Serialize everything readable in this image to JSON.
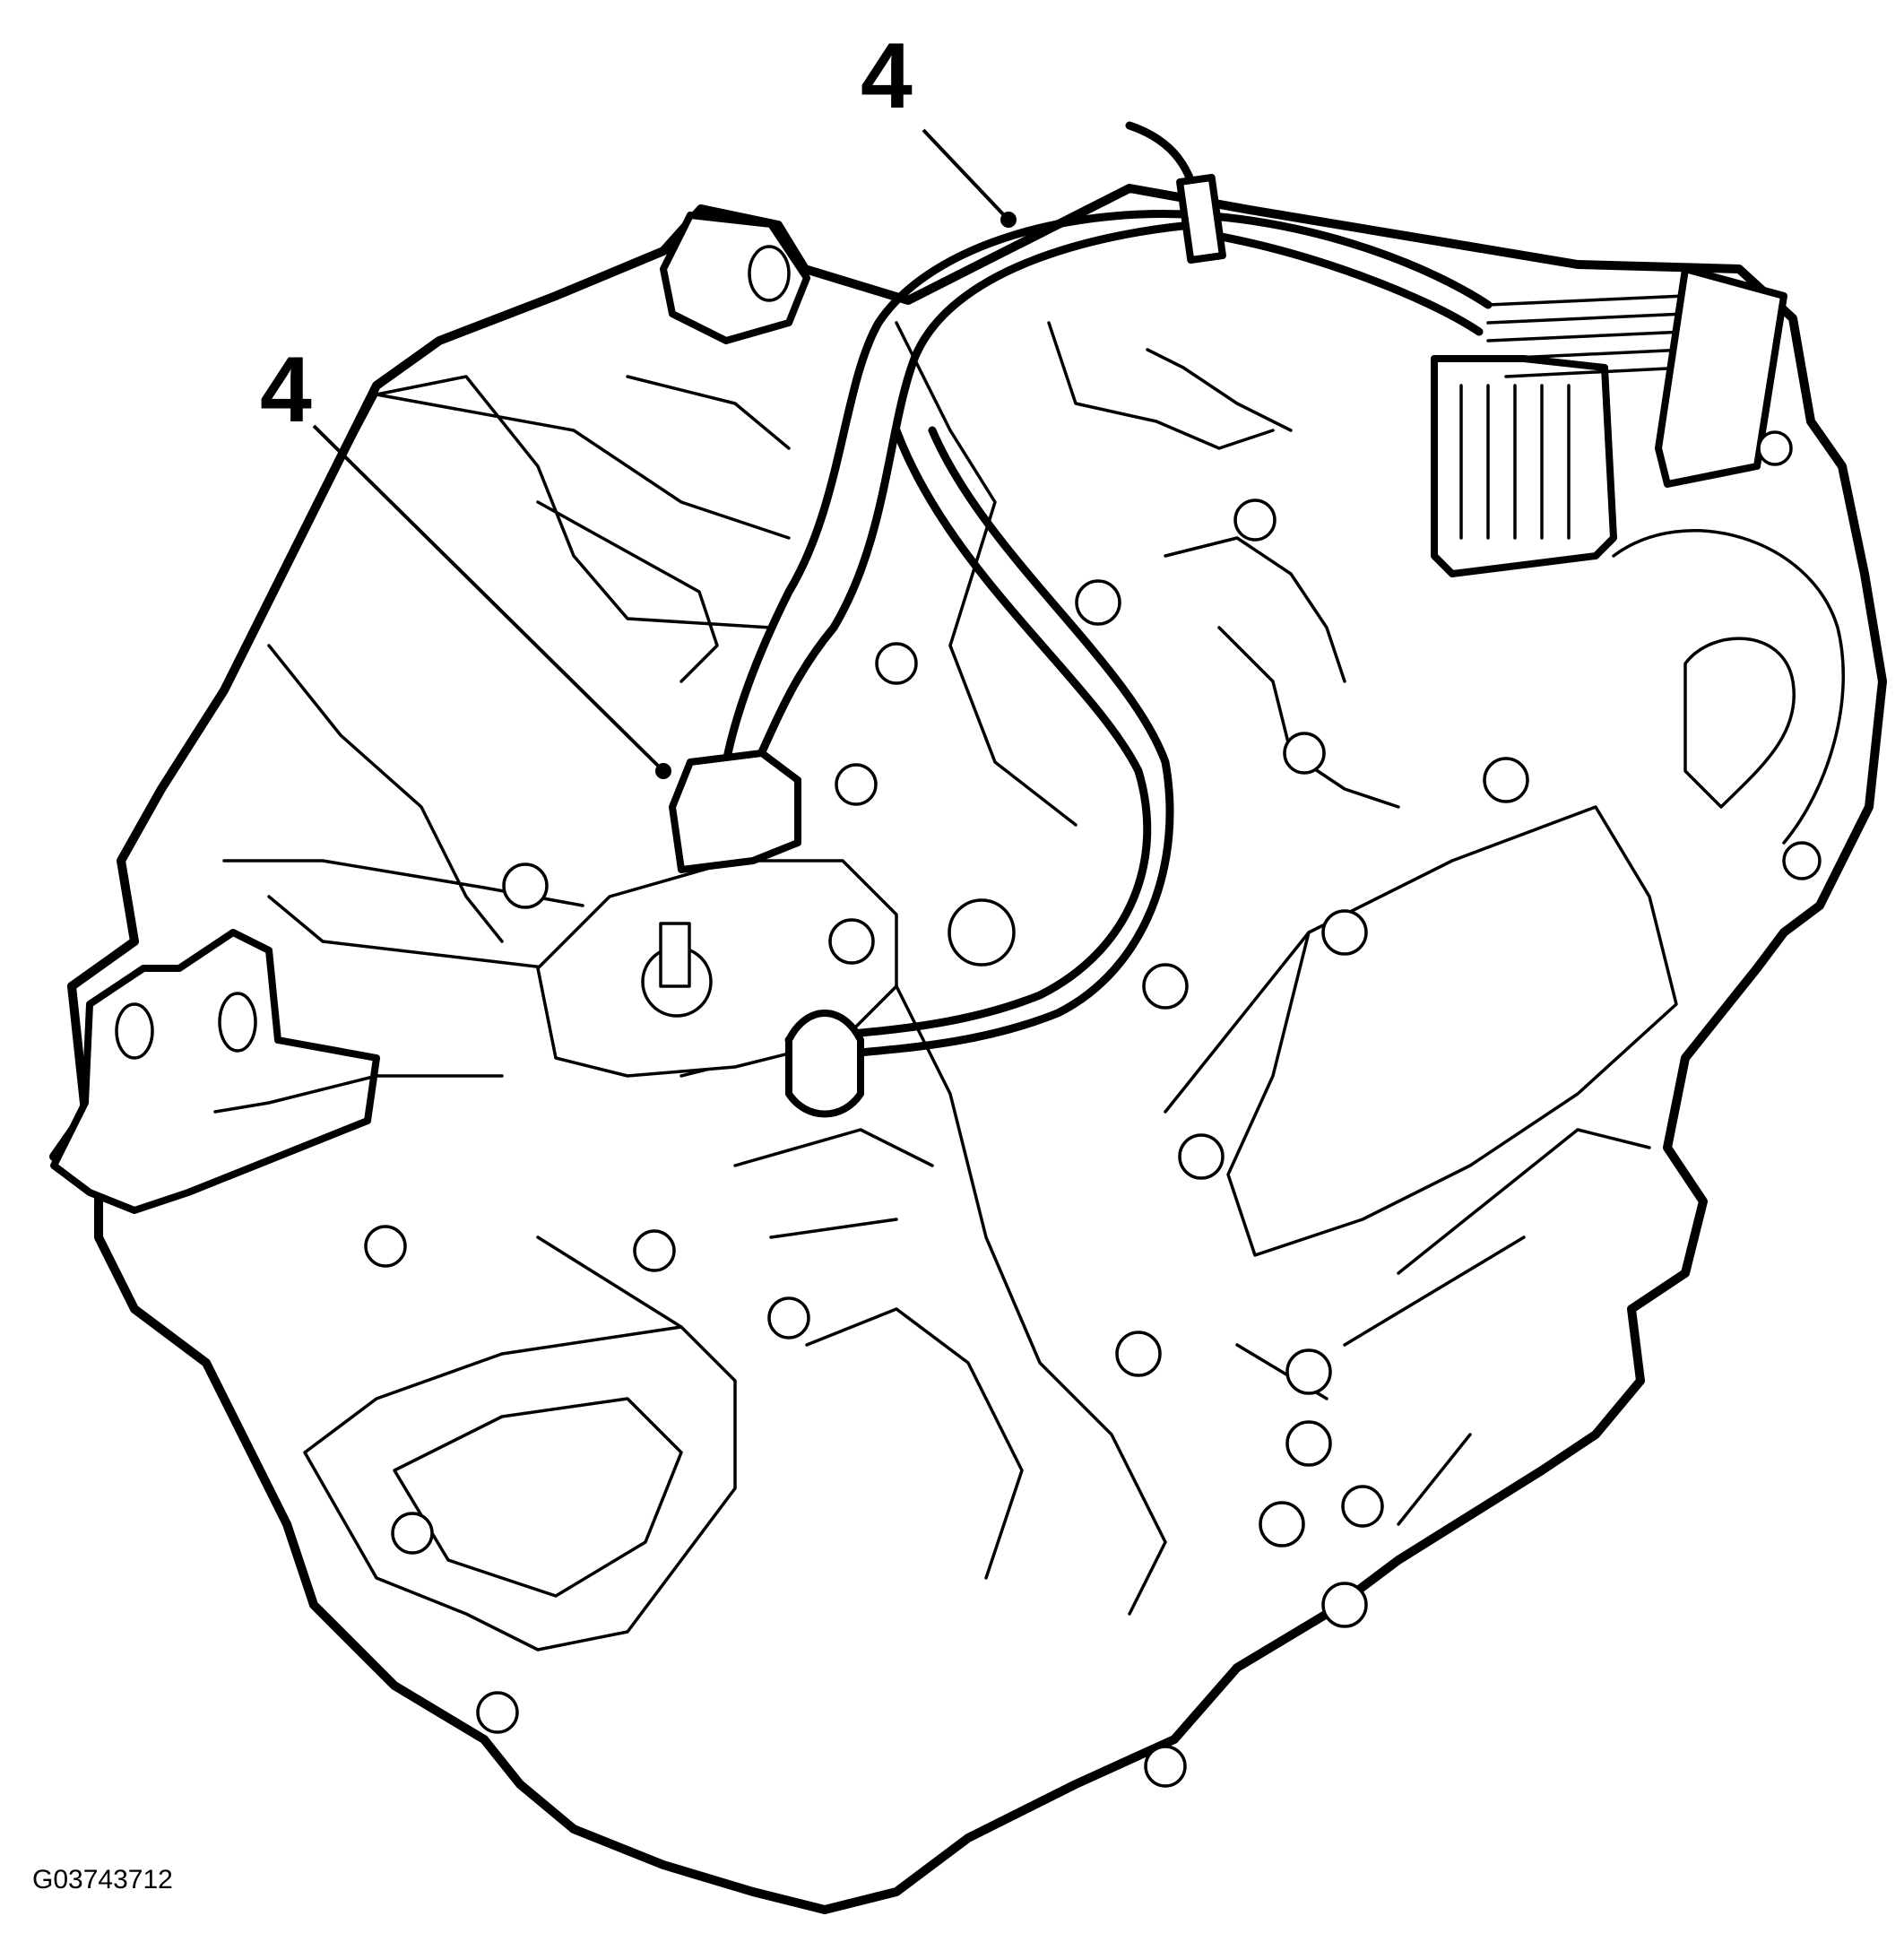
{
  "diagram": {
    "callouts": [
      {
        "id": "callout-top",
        "number": "4"
      },
      {
        "id": "callout-left",
        "number": "4"
      }
    ],
    "figure_code": "G03743712",
    "colors": {
      "line": "#000000",
      "background": "#ffffff"
    }
  }
}
